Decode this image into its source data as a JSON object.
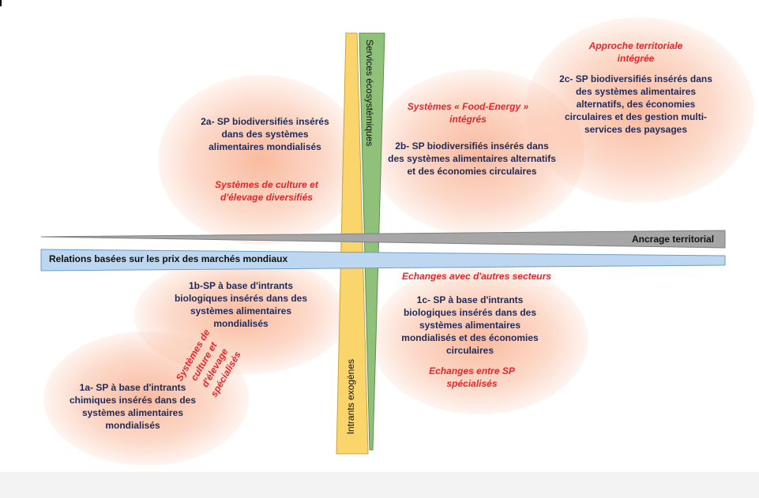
{
  "colors": {
    "blob": "#f58250",
    "label_blue": "#1f2a5a",
    "label_red": "#e8262a",
    "yellow_bar": "#f9d56b",
    "green_bar": "#8fc17a",
    "gray_bar": "#a6a6a6",
    "blue_bar": "#bcd7ef"
  },
  "axes": {
    "top_vertical": "Services écosystémiques",
    "bottom_vertical": "Intrants exogènes",
    "right_horizontal": "Ancrage territorial",
    "left_horizontal": "Relations basées sur les prix des marchés mondiaux"
  },
  "quadrants": {
    "q2a": {
      "title": "2a- SP biodiversifiés insérés dans des systèmes alimentaires mondialisés",
      "subtitle": "Systèmes de culture et d'élevage diversifiés"
    },
    "q2b": {
      "subtitle": "Systèmes « Food-Energy » intégrés",
      "title": "2b- SP biodiversifiés insérés dans des systèmes alimentaires alternatifs et des économies circulaires"
    },
    "q2c": {
      "subtitle": "Approche territoriale intégrée",
      "title": "2c- SP biodiversifiés insérés dans des systèmes alimentaires alternatifs, des économies circulaires et des gestion multi-services des paysages"
    },
    "q1b": {
      "title": "1b-SP à base d'intrants biologiques insérés dans des systèmes alimentaires mondialisés"
    },
    "q1a": {
      "subtitle": "Systèmes de culture et d'élevage spécialisés",
      "title": "1a- SP à base d'intrants chimiques insérés dans des systèmes alimentaires mondialisés"
    },
    "q1c": {
      "subtitle_top": "Echanges avec d'autres secteurs",
      "title": "1c- SP à base d'intrants biologiques insérés dans des systèmes alimentaires mondialisés et des économies circulaires",
      "subtitle_bottom": "Echanges entre SP spécialisés"
    }
  }
}
